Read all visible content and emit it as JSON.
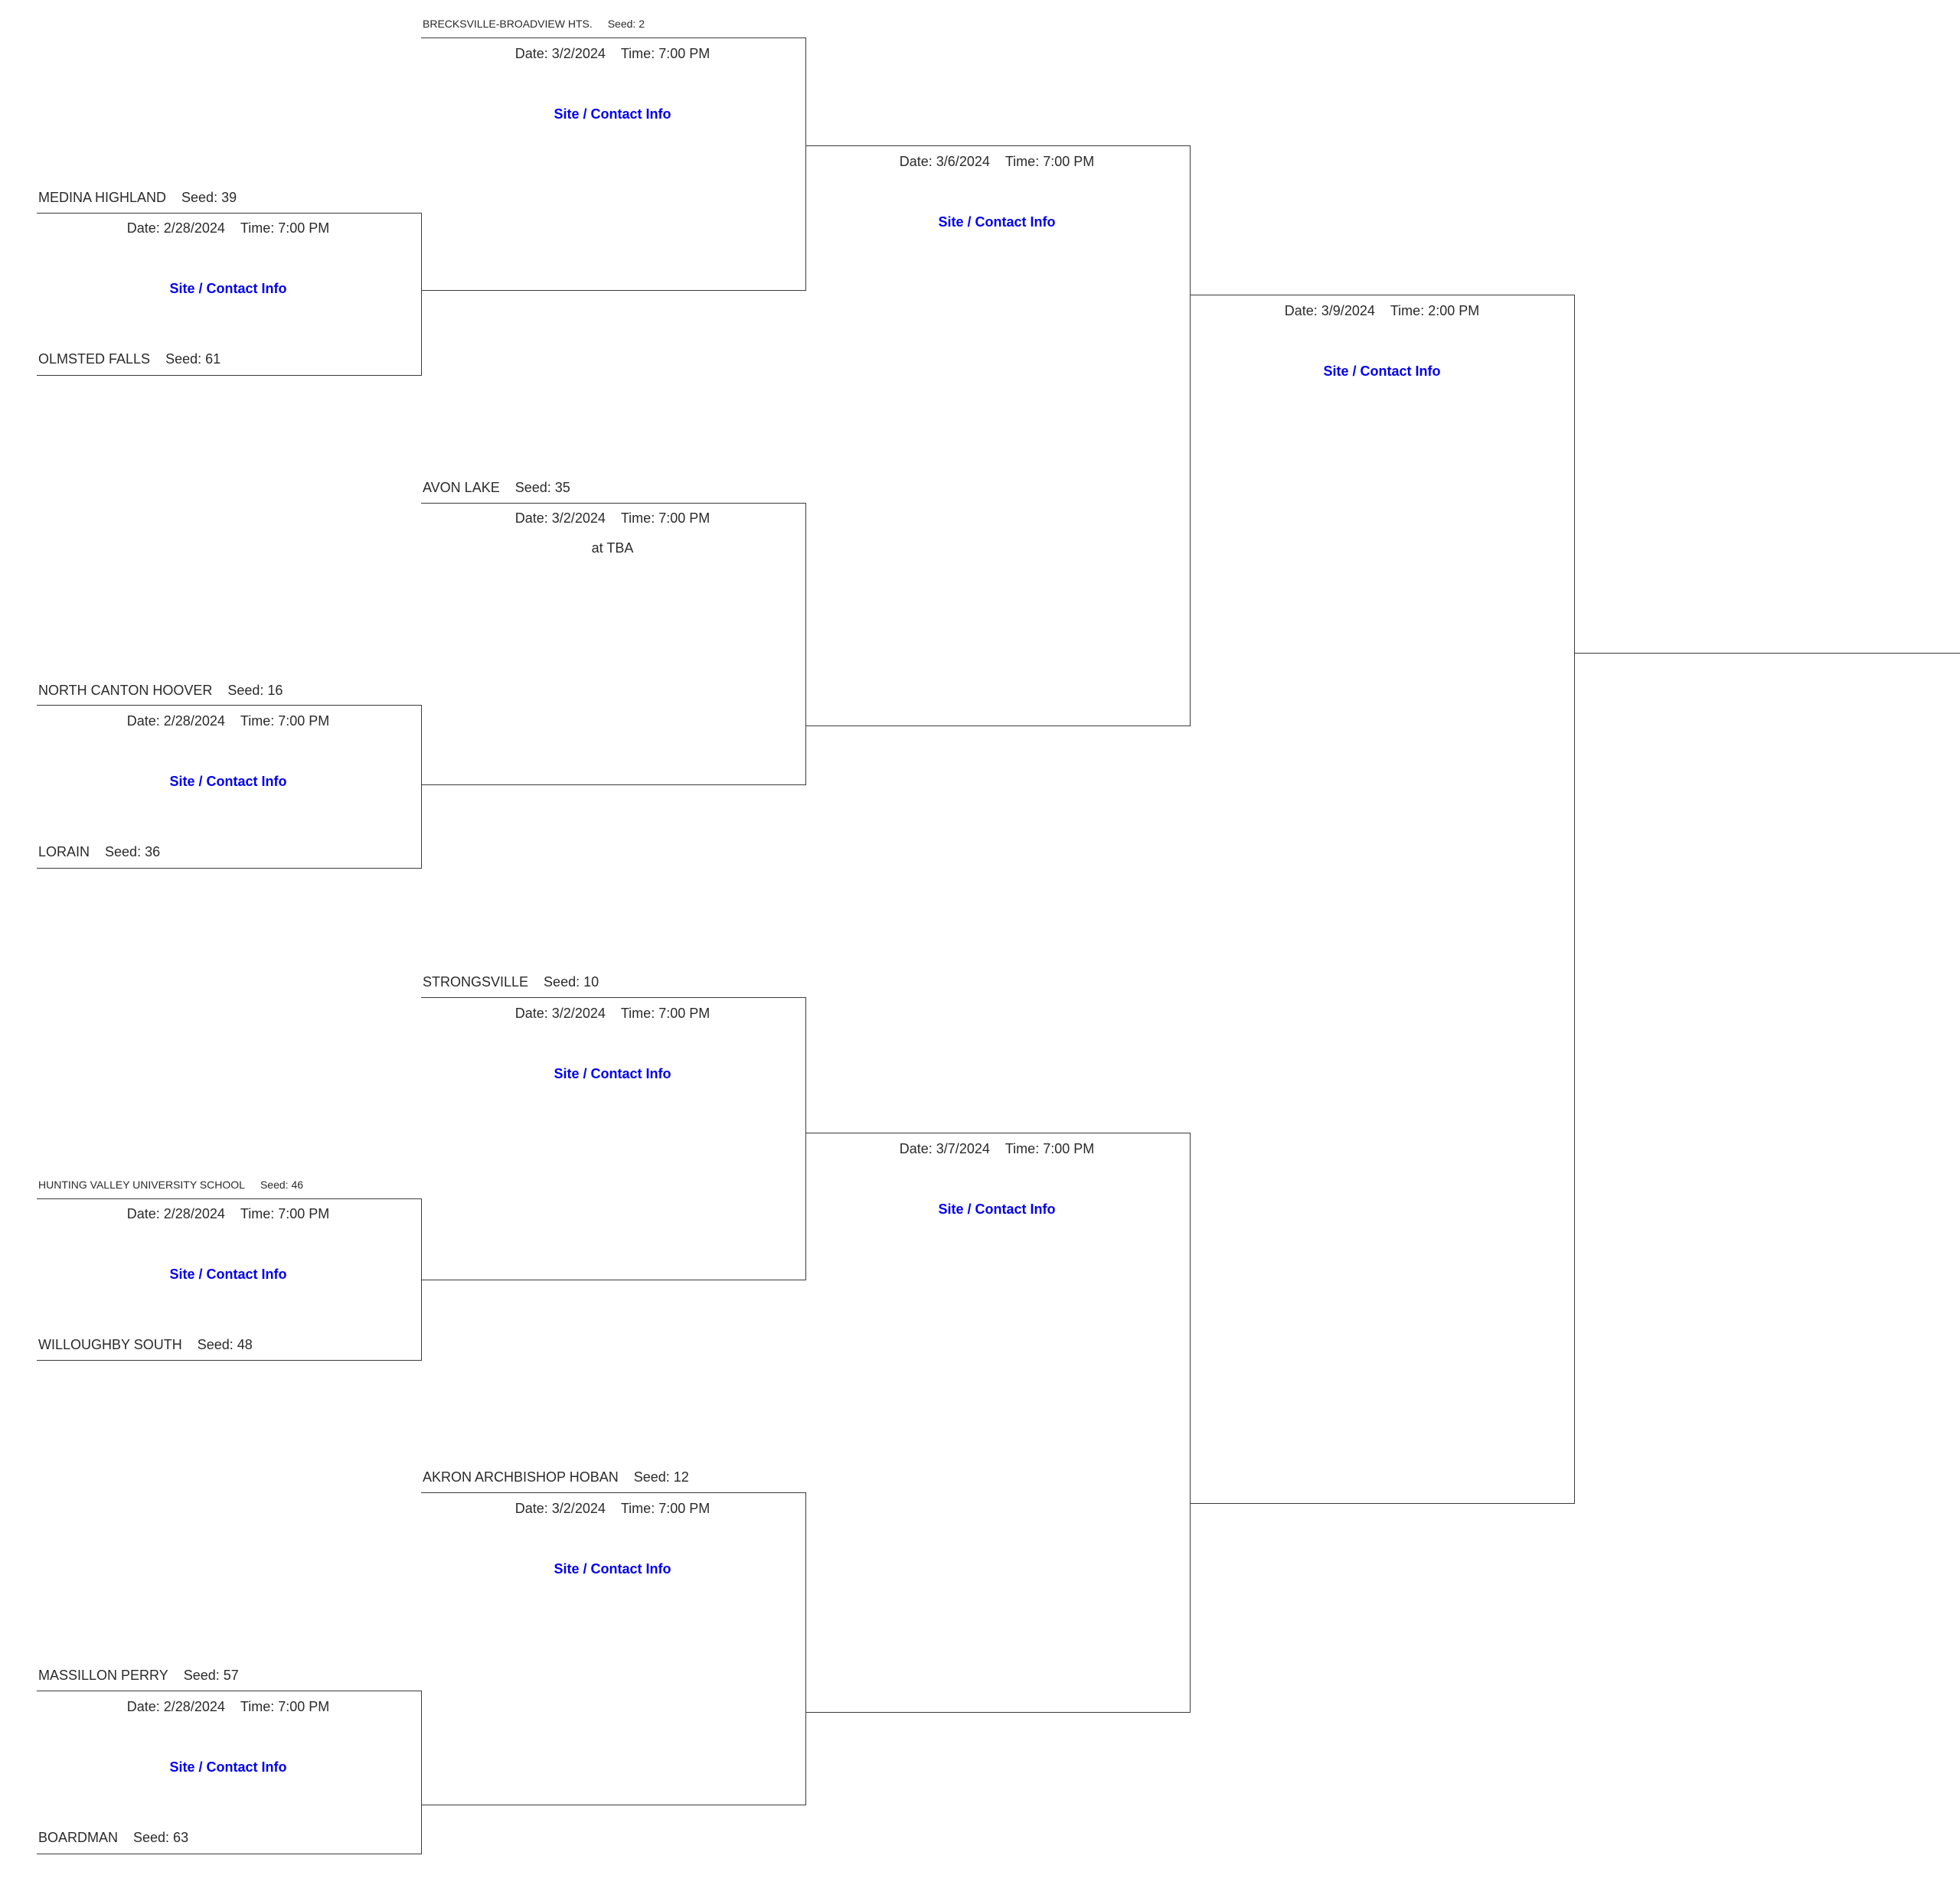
{
  "teams": {
    "brecksville": {
      "name": "BRECKSVILLE-BROADVIEW HTS.",
      "seed": "Seed: 2"
    },
    "medina_highland": {
      "name": "MEDINA HIGHLAND",
      "seed": "Seed: 39"
    },
    "olmsted_falls": {
      "name": "OLMSTED FALLS",
      "seed": "Seed: 61"
    },
    "avon_lake": {
      "name": "AVON LAKE",
      "seed": "Seed: 35"
    },
    "north_canton_hoover": {
      "name": "NORTH CANTON HOOVER",
      "seed": "Seed: 16"
    },
    "lorain": {
      "name": "LORAIN",
      "seed": "Seed: 36"
    },
    "strongsville": {
      "name": "STRONGSVILLE",
      "seed": "Seed: 10"
    },
    "hunting_valley": {
      "name": "HUNTING VALLEY UNIVERSITY SCHOOL",
      "seed": "Seed: 46"
    },
    "willoughby_south": {
      "name": "WILLOUGHBY SOUTH",
      "seed": "Seed: 48"
    },
    "akron_hoban": {
      "name": "AKRON ARCHBISHOP HOBAN",
      "seed": "Seed: 12"
    },
    "massillon_perry": {
      "name": "MASSILLON PERRY",
      "seed": "Seed: 57"
    },
    "boardman": {
      "name": "BOARDMAN",
      "seed": "Seed: 63"
    }
  },
  "games": {
    "r1_g1": {
      "date": "Date: 2/28/2024",
      "time": "Time: 7:00 PM",
      "site": "Site / Contact Info"
    },
    "r1_g2": {
      "date": "Date: 2/28/2024",
      "time": "Time: 7:00 PM",
      "site": "Site / Contact Info"
    },
    "r1_g3": {
      "date": "Date: 2/28/2024",
      "time": "Time: 7:00 PM",
      "site": "Site / Contact Info"
    },
    "r1_g4": {
      "date": "Date: 2/28/2024",
      "time": "Time: 7:00 PM",
      "site": "Site / Contact Info"
    },
    "r2_g1": {
      "date": "Date: 3/2/2024",
      "time": "Time: 7:00 PM",
      "site": "Site / Contact Info"
    },
    "r2_g2": {
      "date": "Date: 3/2/2024",
      "time": "Time: 7:00 PM",
      "site": "at TBA"
    },
    "r2_g3": {
      "date": "Date: 3/2/2024",
      "time": "Time: 7:00 PM",
      "site": "Site / Contact Info"
    },
    "r2_g4": {
      "date": "Date: 3/2/2024",
      "time": "Time: 7:00 PM",
      "site": "Site / Contact Info"
    },
    "r3_g1": {
      "date": "Date: 3/6/2024",
      "time": "Time: 7:00 PM",
      "site": "Site / Contact Info"
    },
    "r3_g2": {
      "date": "Date: 3/7/2024",
      "time": "Time: 7:00 PM",
      "site": "Site / Contact Info"
    },
    "r4_g1": {
      "date": "Date: 3/9/2024",
      "time": "Time: 2:00 PM",
      "site": "Site / Contact Info"
    }
  },
  "colors": {
    "line": "#3a3a3a",
    "link": "#0000ee",
    "text": "#2a2a2a"
  }
}
